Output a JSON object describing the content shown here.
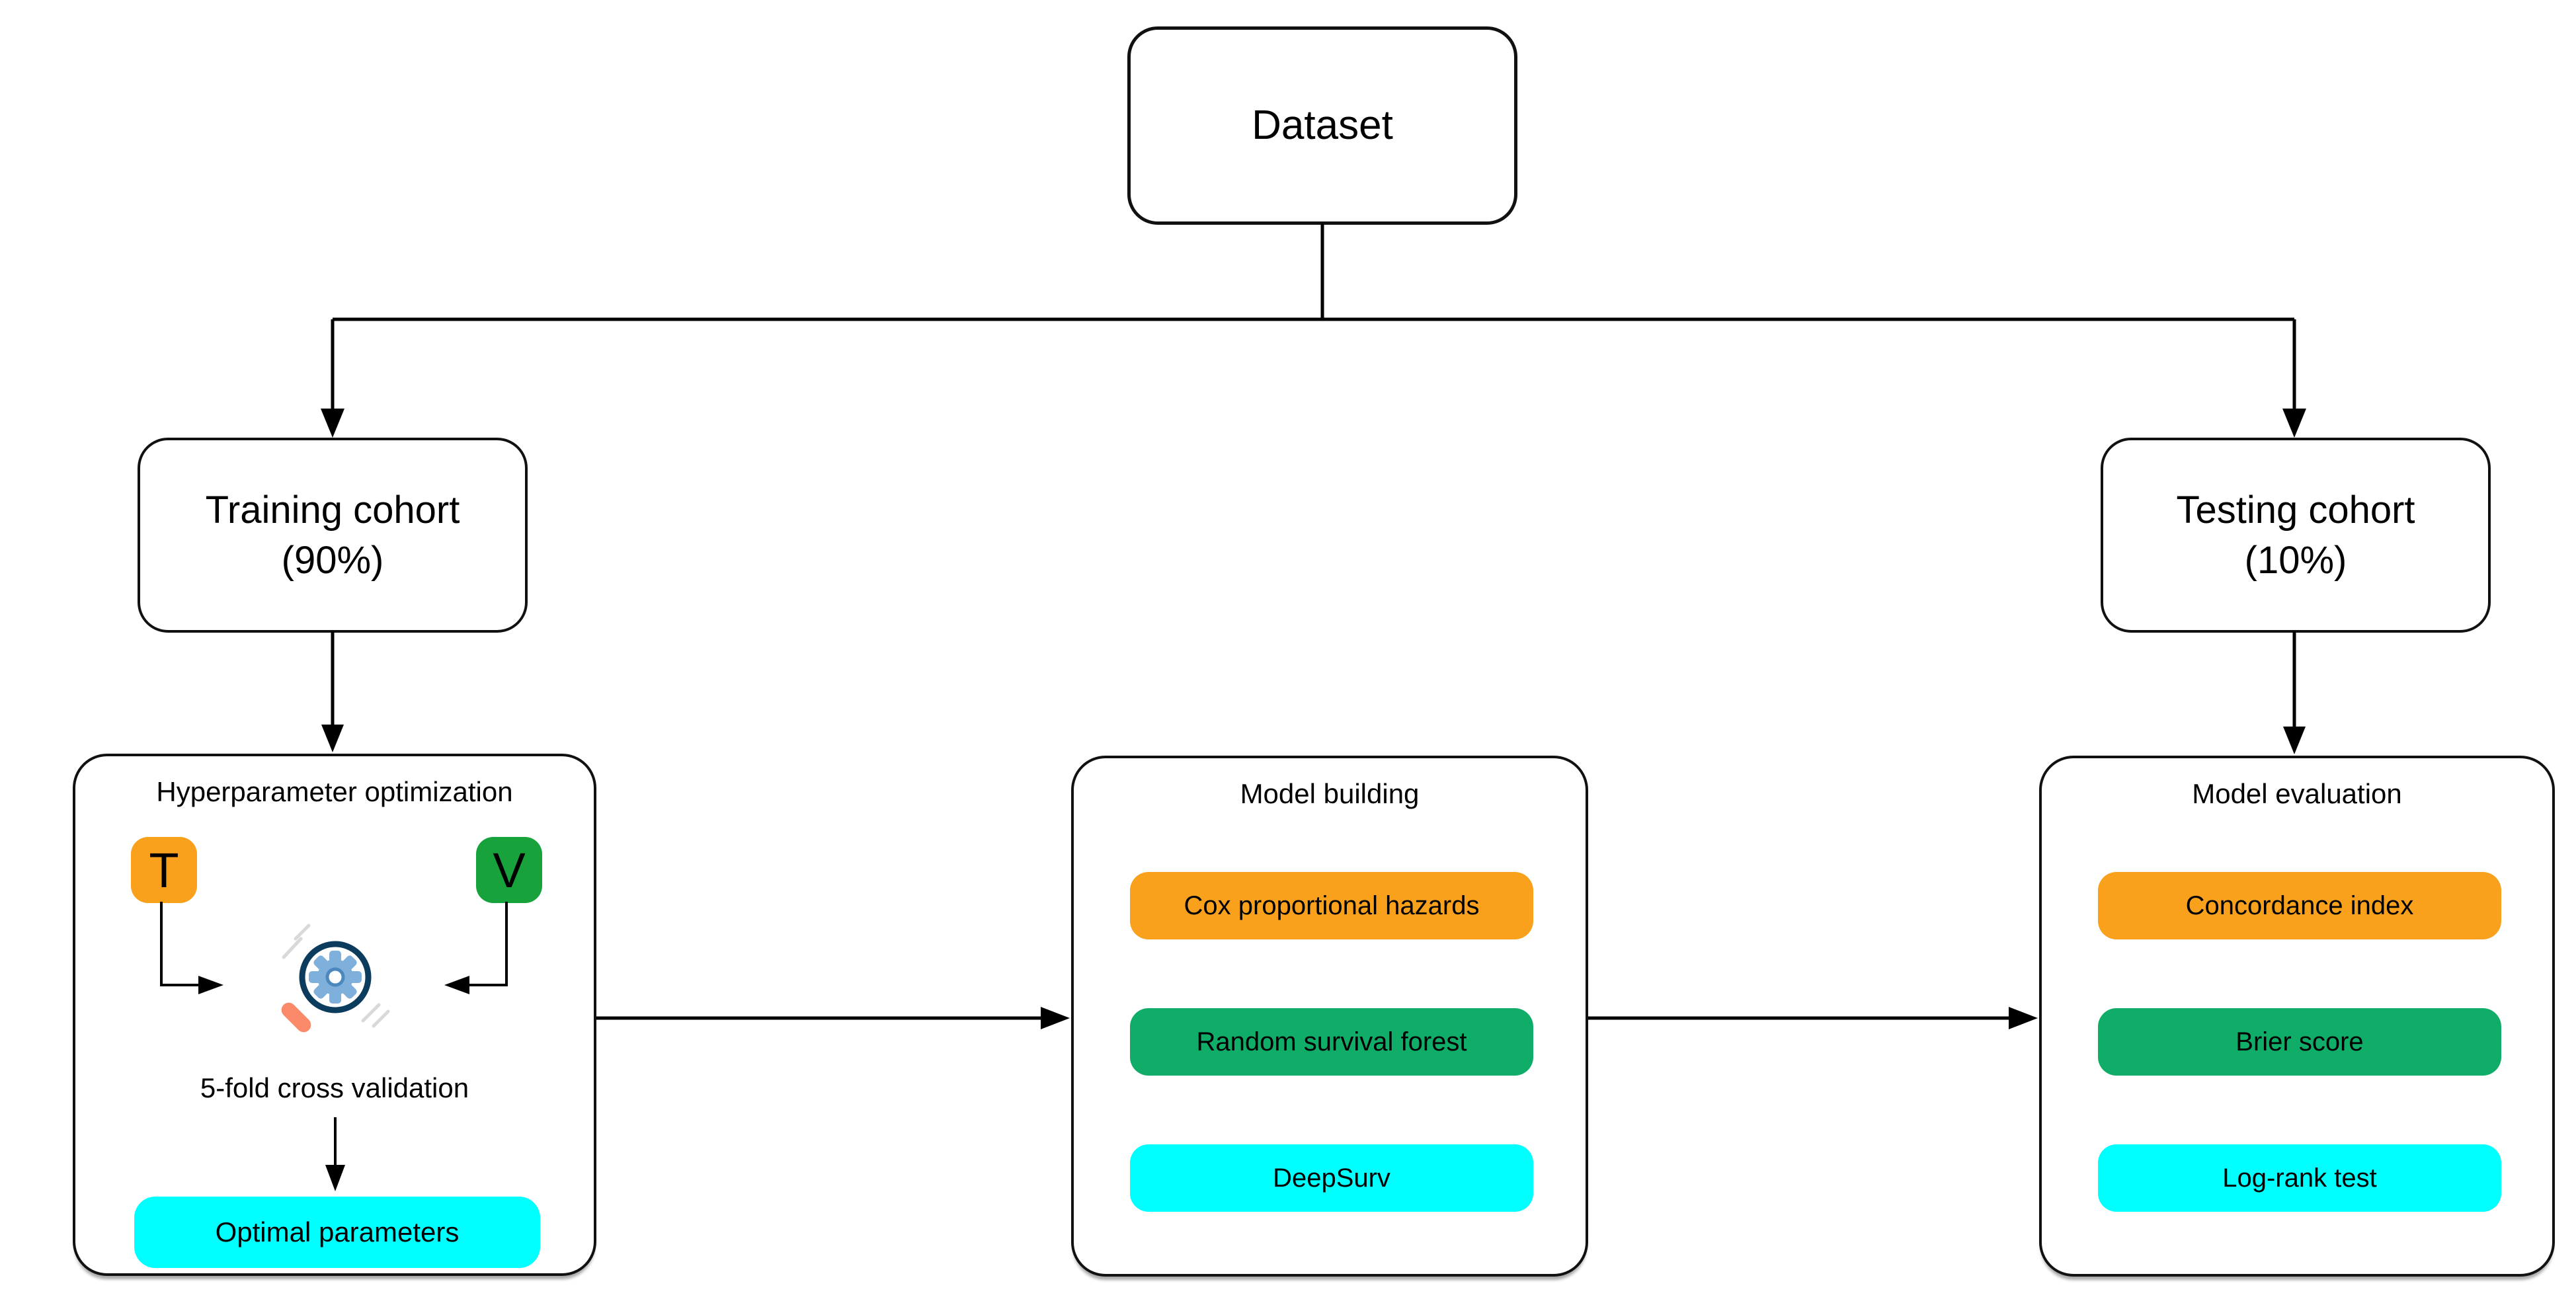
{
  "figure": {
    "background": "#FFFFFF",
    "line_color": "#000000",
    "colors": {
      "orange": "#F9A11C",
      "green_pill": "#0FAD68",
      "green_badge": "#17A23C",
      "cyan": "#00FFFF",
      "magnifier_rim": "#0B3C5D",
      "gear_fill": "#7EB0DB",
      "gear_hub_ring": "#4C88BE",
      "handle": "#FB8A6B"
    },
    "nodes": {
      "dataset": {
        "label": "Dataset"
      },
      "training_cohort": {
        "line1": "Training cohort",
        "line2": "(90%)"
      },
      "testing_cohort": {
        "line1": "Testing cohort",
        "line2": "(10%)"
      },
      "hyperparameter_optimization": {
        "title": "Hyperparameter optimization",
        "train_fold_badge": "T",
        "validation_fold_badge": "V",
        "icon": "magnifier-gear-icon",
        "caption": "5-fold cross validation",
        "result_pill": "Optimal parameters"
      },
      "model_building": {
        "title": "Model building",
        "items": [
          {
            "label": "Cox proportional hazards",
            "color": "#F9A11C"
          },
          {
            "label": "Random survival forest",
            "color": "#0FAD68"
          },
          {
            "label": "DeepSurv",
            "color": "#00FFFF"
          }
        ]
      },
      "model_evaluation": {
        "title": "Model evaluation",
        "items": [
          {
            "label": "Concordance index",
            "color": "#F9A11C"
          },
          {
            "label": "Brier score",
            "color": "#0FAD68"
          },
          {
            "label": "Log-rank test",
            "color": "#00FFFF"
          }
        ]
      }
    }
  }
}
